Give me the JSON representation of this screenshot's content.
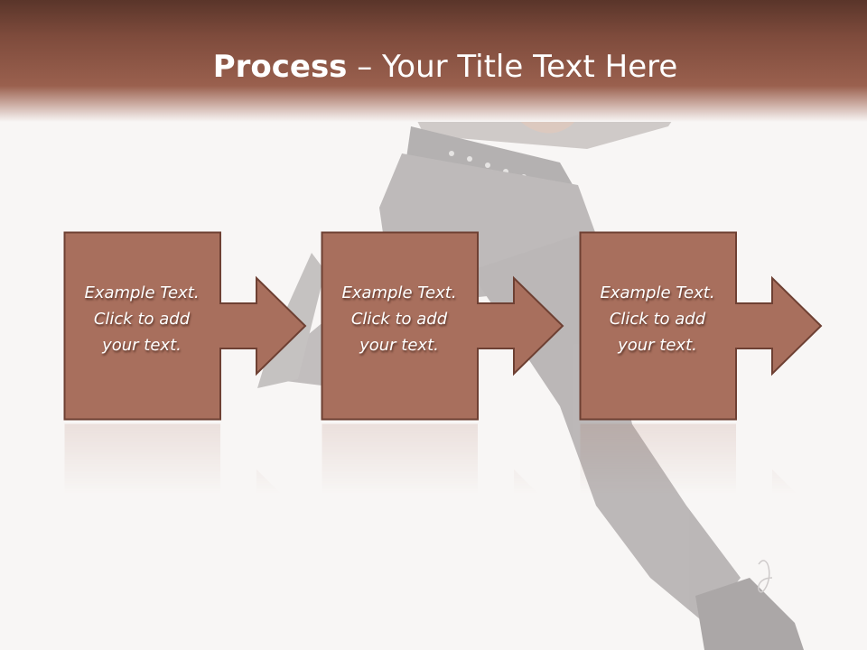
{
  "slide": {
    "title_bold": "Process",
    "title_rest": " – Your Title Text Here",
    "colors": {
      "header": "#7e4b3c",
      "box_fill": "#a86f5d",
      "box_stroke": "#6e4033",
      "background": "#f8f6f5"
    },
    "steps": [
      {
        "text": "Example Text.\nClick  to add\nyour text."
      },
      {
        "text": "Example Text.\nClick  to add\nyour text."
      },
      {
        "text": "Example Text.\nClick  to add\nyour text."
      }
    ]
  }
}
